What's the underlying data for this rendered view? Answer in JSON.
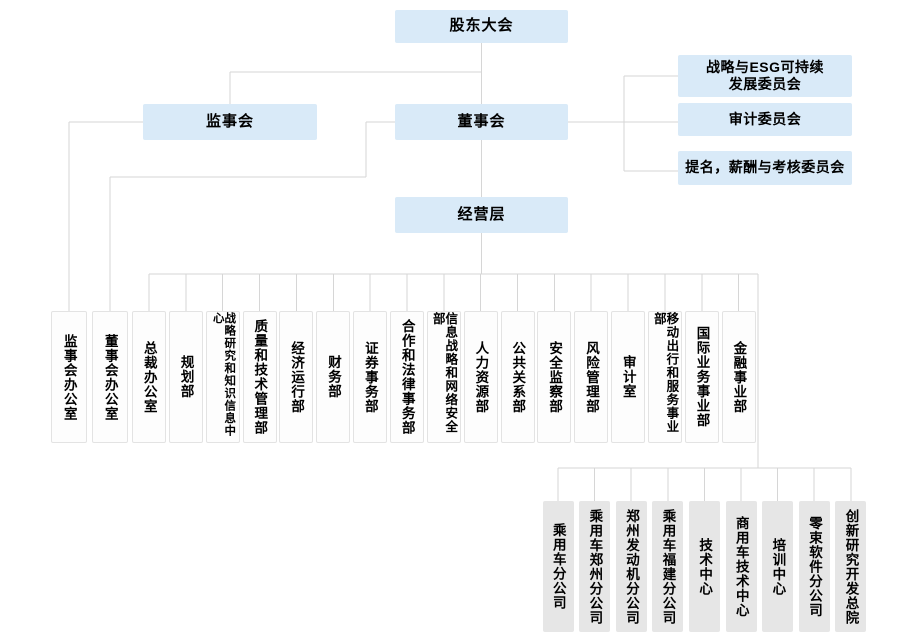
{
  "org": {
    "top": {
      "label": "股东大会"
    },
    "supervisory": {
      "label": "监事会"
    },
    "board": {
      "label": "董事会"
    },
    "management": {
      "label": "经营层"
    },
    "committees": [
      {
        "label": "战略与ESG可持续\n发展委员会"
      },
      {
        "label": "审计委员会"
      },
      {
        "label": "提名，薪酬与考核委员会"
      }
    ],
    "departments": [
      {
        "label": "监事会办公室"
      },
      {
        "label": "董事会办公室"
      },
      {
        "label": "总裁办公室"
      },
      {
        "label": "规划部"
      },
      {
        "label": "战略研究和知识信息中心"
      },
      {
        "label": "质量和技术管理部"
      },
      {
        "label": "经济运行部"
      },
      {
        "label": "财务部"
      },
      {
        "label": "证券事务部"
      },
      {
        "label": "合作和法律事务部"
      },
      {
        "label": "信息战略和网络安全部"
      },
      {
        "label": "人力资源部"
      },
      {
        "label": "公共关系部"
      },
      {
        "label": "安全监察部"
      },
      {
        "label": "风险管理部"
      },
      {
        "label": "审计室"
      },
      {
        "label": "移动出行和服务事业部"
      },
      {
        "label": "国际业务事业部"
      },
      {
        "label": "金融事业部"
      }
    ],
    "subsidiaries": [
      {
        "label": "乘用车分公司"
      },
      {
        "label": "乘用车郑州分公司"
      },
      {
        "label": "郑州发动机分公司"
      },
      {
        "label": "乘用车福建分公司"
      },
      {
        "label": "技术中心"
      },
      {
        "label": "商用车技术中心"
      },
      {
        "label": "培训中心"
      },
      {
        "label": "零束软件分公司"
      },
      {
        "label": "创新研究开发总院"
      }
    ],
    "colors": {
      "node_blue": "#d9eaf8",
      "node_white": "#fdfdfd",
      "node_gray": "#e6e6e6",
      "line": "#d6d6d6",
      "text": "#000000"
    }
  }
}
